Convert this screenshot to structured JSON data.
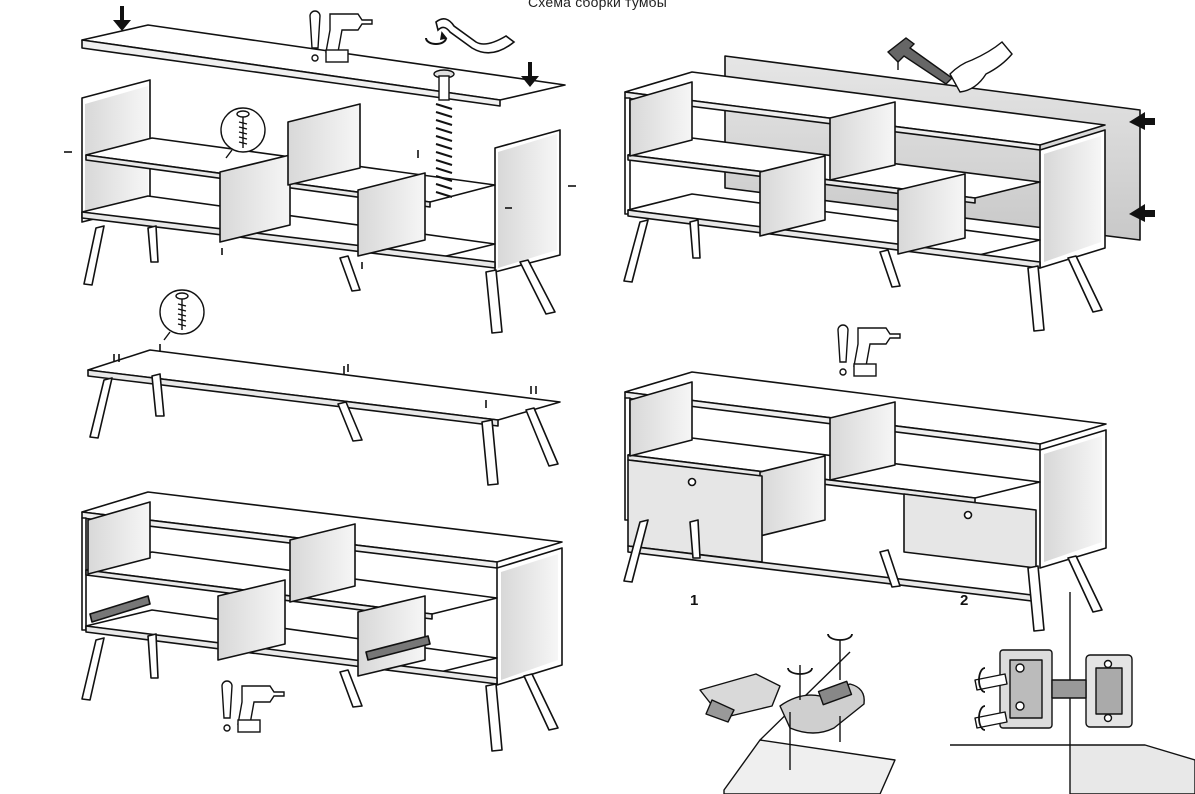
{
  "page": {
    "title": "Схема сборки тумбы"
  },
  "hinge_steps": {
    "step1_label": "1",
    "step2_label": "2"
  },
  "icons": {
    "drill": "cordless-drill-icon",
    "screw": "screw-icon",
    "hammer": "hammer-icon",
    "rotate": "rotate-arrow-icon",
    "press": "press-down-arrow-icon"
  }
}
